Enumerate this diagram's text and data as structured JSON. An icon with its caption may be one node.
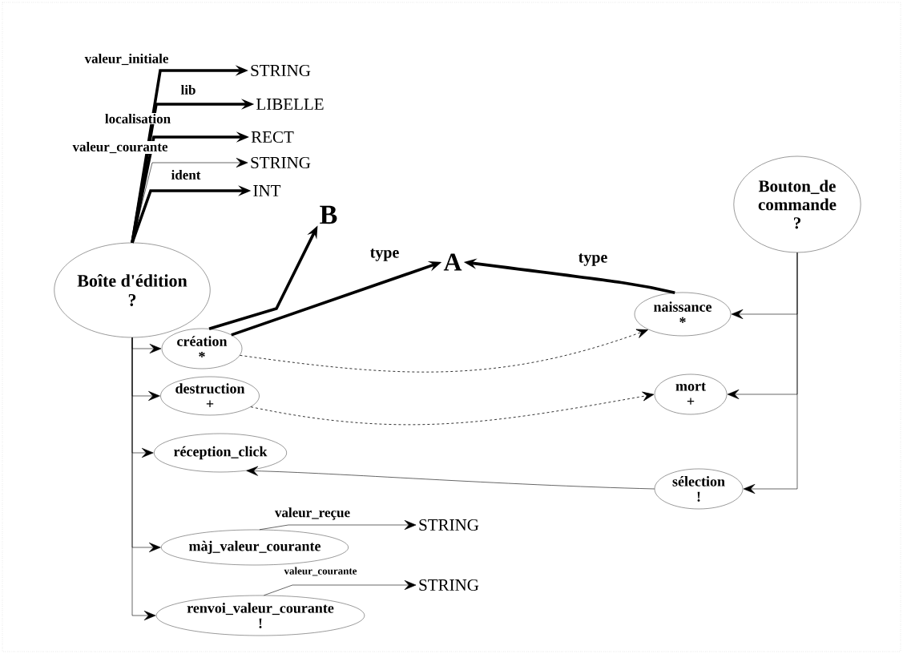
{
  "diagram": {
    "nodes": [
      {
        "text": [
          "Boîte d'édition",
          "?"
        ]
      },
      {
        "text": [
          "STRING"
        ]
      },
      {
        "text": [
          "LIBELLE"
        ]
      },
      {
        "text": [
          "RECT"
        ]
      },
      {
        "text": [
          "STRING"
        ]
      },
      {
        "text": [
          "INT"
        ]
      },
      {
        "text": [
          "Bouton_de commande",
          "?"
        ]
      },
      {
        "text": [
          "création",
          "*"
        ]
      },
      {
        "text": [
          "destruction",
          "+"
        ]
      },
      {
        "text": [
          "réception_click"
        ]
      },
      {
        "text": [
          "màj_valeur_courante"
        ]
      },
      {
        "text": [
          "renvoi_valeur_courante",
          "!"
        ]
      },
      {
        "text": [
          "B"
        ]
      },
      {
        "text": [
          "A"
        ]
      },
      {
        "text": [
          "naissance",
          "*"
        ]
      },
      {
        "text": [
          "mort",
          "+"
        ]
      },
      {
        "text": [
          "sélection",
          "!"
        ]
      },
      {
        "text": [
          "STRING"
        ]
      },
      {
        "text": [
          "STRING"
        ]
      }
    ],
    "edges": [
      {
        "from": 0,
        "to": 1,
        "arrow": "to",
        "label": "valeur_initiale",
        "style": "thick"
      },
      {
        "from": 0,
        "to": 2,
        "arrow": "to",
        "label": "lib",
        "style": "thick"
      },
      {
        "from": 0,
        "to": 3,
        "arrow": "to",
        "label": "localisation",
        "style": "thick"
      },
      {
        "from": 0,
        "to": 4,
        "arrow": "to",
        "label": "valeur_courante"
      },
      {
        "from": 0,
        "to": 5,
        "arrow": "to",
        "label": "ident",
        "style": "thick"
      },
      {
        "from": 0,
        "to": 7,
        "arrow": "to"
      },
      {
        "from": 0,
        "to": 8,
        "arrow": "to"
      },
      {
        "from": 0,
        "to": 9,
        "arrow": "to"
      },
      {
        "from": 0,
        "to": 10,
        "arrow": "to"
      },
      {
        "from": 0,
        "to": 11,
        "arrow": "to"
      },
      {
        "from": 6,
        "to": 14,
        "arrow": "to"
      },
      {
        "from": 6,
        "to": 15,
        "arrow": "to"
      },
      {
        "from": 6,
        "to": 16,
        "arrow": "to"
      },
      {
        "from": 7,
        "to": 12,
        "arrow": "to",
        "style": "thick"
      },
      {
        "from": 7,
        "to": 13,
        "arrow": "to",
        "label": "type",
        "style": "thick"
      },
      {
        "from": 14,
        "to": 13,
        "arrow": "to",
        "label": "type",
        "style": "thick"
      },
      {
        "from": 7,
        "to": 14,
        "arrow": "to",
        "style": "dashed"
      },
      {
        "from": 8,
        "to": 15,
        "arrow": "to",
        "style": "dashed"
      },
      {
        "from": 16,
        "to": 9,
        "arrow": "to"
      },
      {
        "from": 10,
        "to": 17,
        "arrow": "to",
        "label": "valeur_reçue"
      },
      {
        "from": 11,
        "to": 18,
        "arrow": "to",
        "label": "valeur_courante"
      }
    ]
  }
}
